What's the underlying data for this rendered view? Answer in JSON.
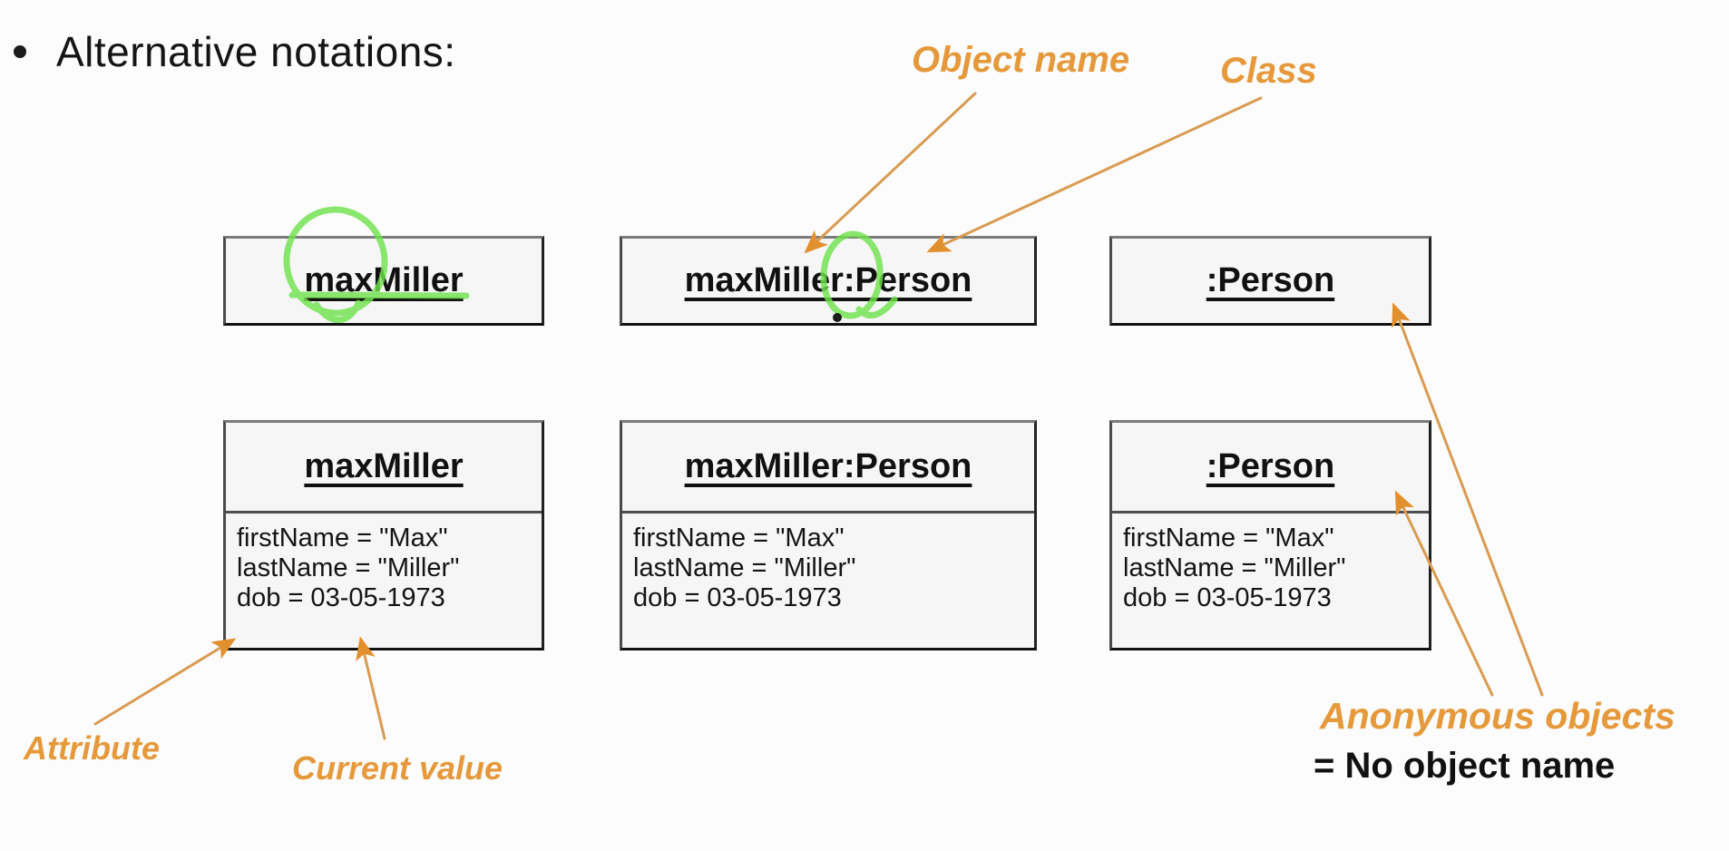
{
  "slide": {
    "title": "Alternative notations:"
  },
  "callouts": {
    "object_name": "Object name",
    "class": "Class",
    "attribute": "Attribute",
    "current_value": "Current value",
    "anonymous_objects": "Anonymous objects",
    "anonymous_objects_desc": "= No object name"
  },
  "boxes": {
    "top": [
      {
        "name": "maxMiller"
      },
      {
        "name": "maxMiller:Person"
      },
      {
        "name": ":Person"
      }
    ],
    "bottom": [
      {
        "name": "maxMiller",
        "attrs": [
          "firstName = \"Max\"",
          "lastName = \"Miller\"",
          "dob = 03-05-1973"
        ]
      },
      {
        "name": "maxMiller:Person",
        "attrs": [
          "firstName = \"Max\"",
          "lastName = \"Miller\"",
          "dob = 03-05-1973"
        ]
      },
      {
        "name": ":Person",
        "attrs": [
          "firstName = \"Max\"",
          "lastName = \"Miller\"",
          "dob = 03-05-1973"
        ]
      }
    ]
  },
  "colors": {
    "callout_orange": "#E5993B",
    "arrow_line_orange": "#D99B52",
    "arrowhead_orange": "#E2902E",
    "marker_green": "#70E24E"
  }
}
